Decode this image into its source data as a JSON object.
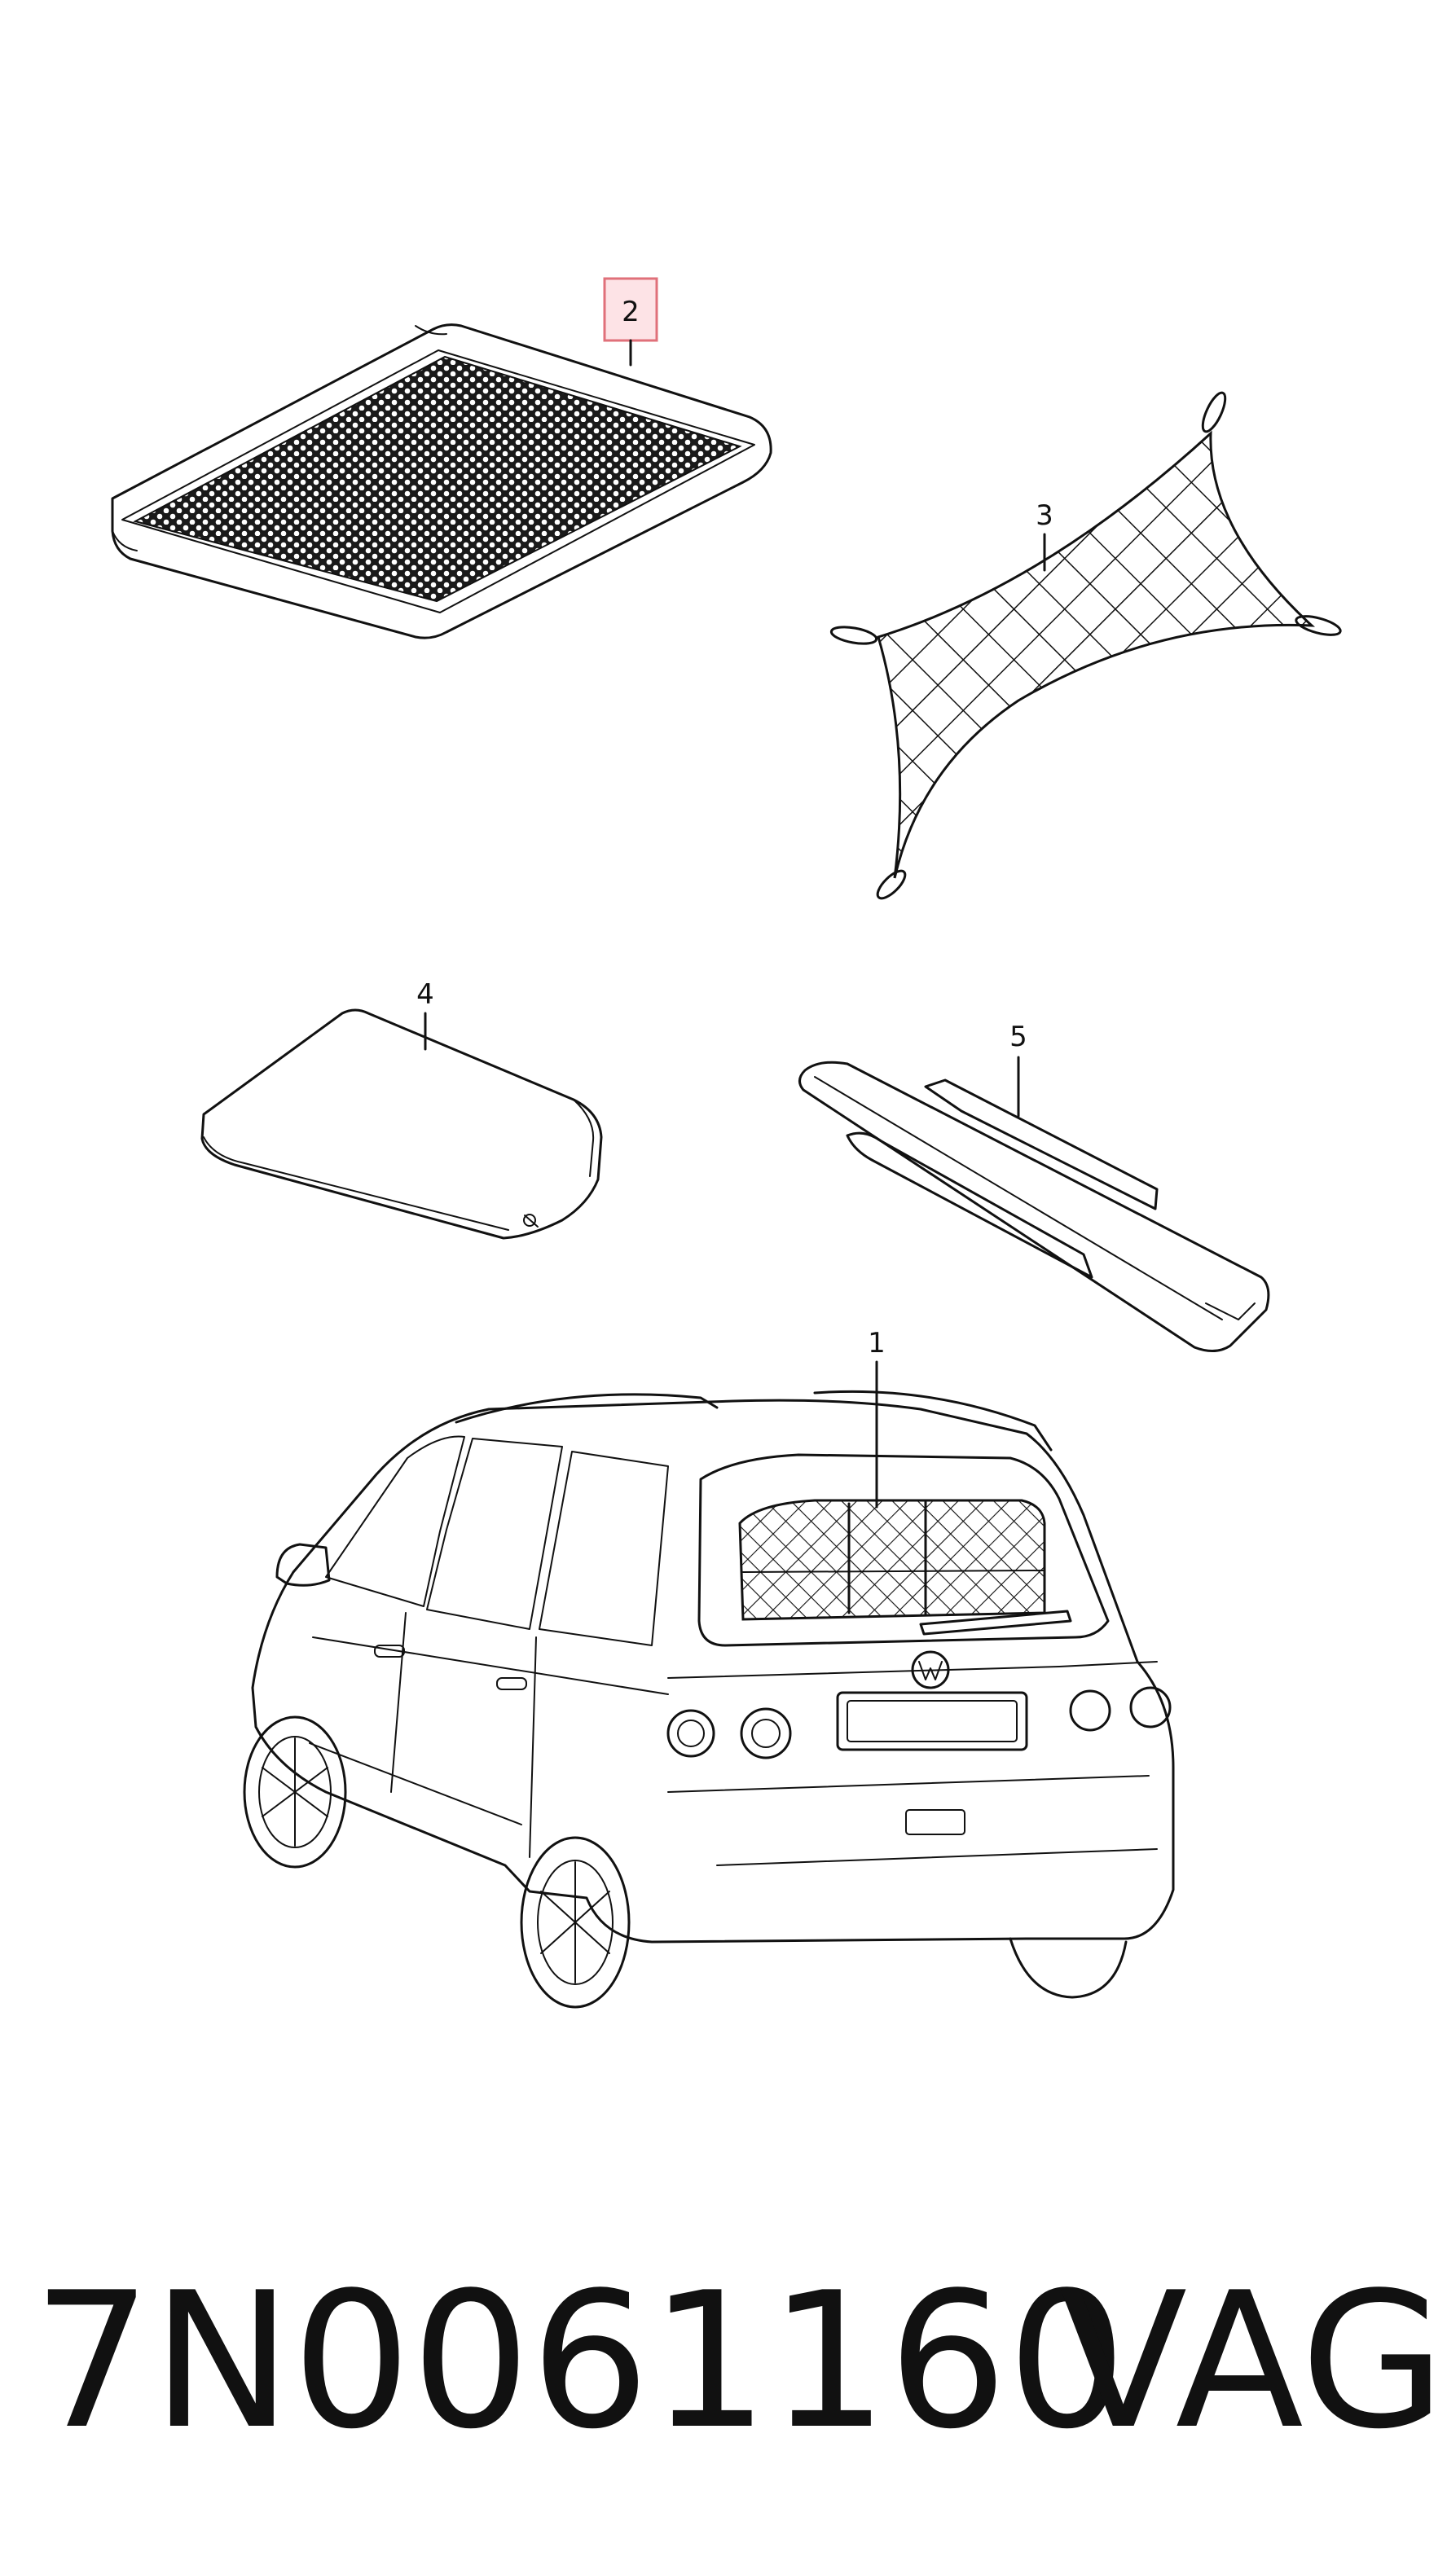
{
  "callouts": {
    "c1": "1",
    "c2": "2",
    "c3": "3",
    "c4": "4",
    "c5": "5"
  },
  "highlight_color": "#e0707a",
  "footer": {
    "part_number": "7N0061160",
    "brand": "VAG"
  }
}
